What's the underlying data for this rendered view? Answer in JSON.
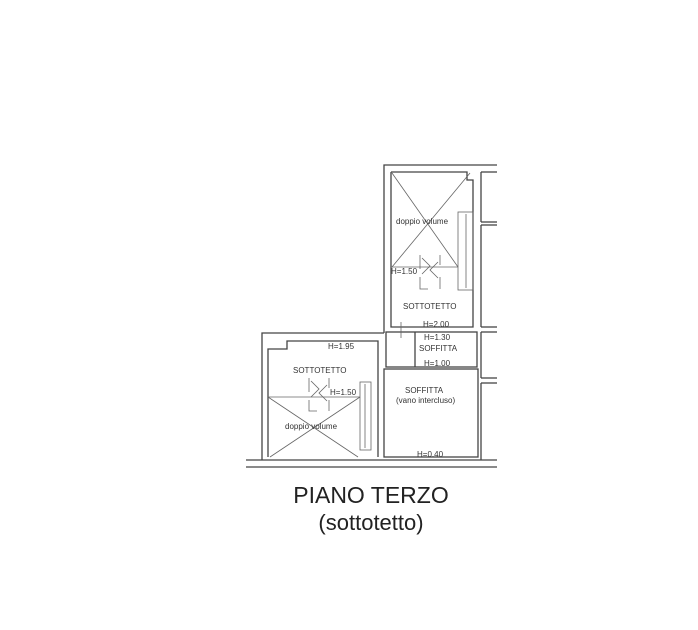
{
  "plan": {
    "title": "PIANO TERZO",
    "subtitle": "(sottotetto)",
    "upper_room": {
      "label": "doppio volume",
      "height": "H=1.50",
      "name": "SOTTOTETTO",
      "height2": "H=2.00"
    },
    "small_soffitta": {
      "name": "SOFFITTA",
      "height_top": "H=1.30",
      "height_bottom": "H=1.00"
    },
    "big_soffitta": {
      "name": "SOFFITTA",
      "note": "(vano intercluso)",
      "height": "H=0.40"
    },
    "left_room": {
      "name": "SOTTOTETTO",
      "height_top": "H=1.95",
      "height": "H=1.50",
      "label": "doppio volume"
    }
  }
}
